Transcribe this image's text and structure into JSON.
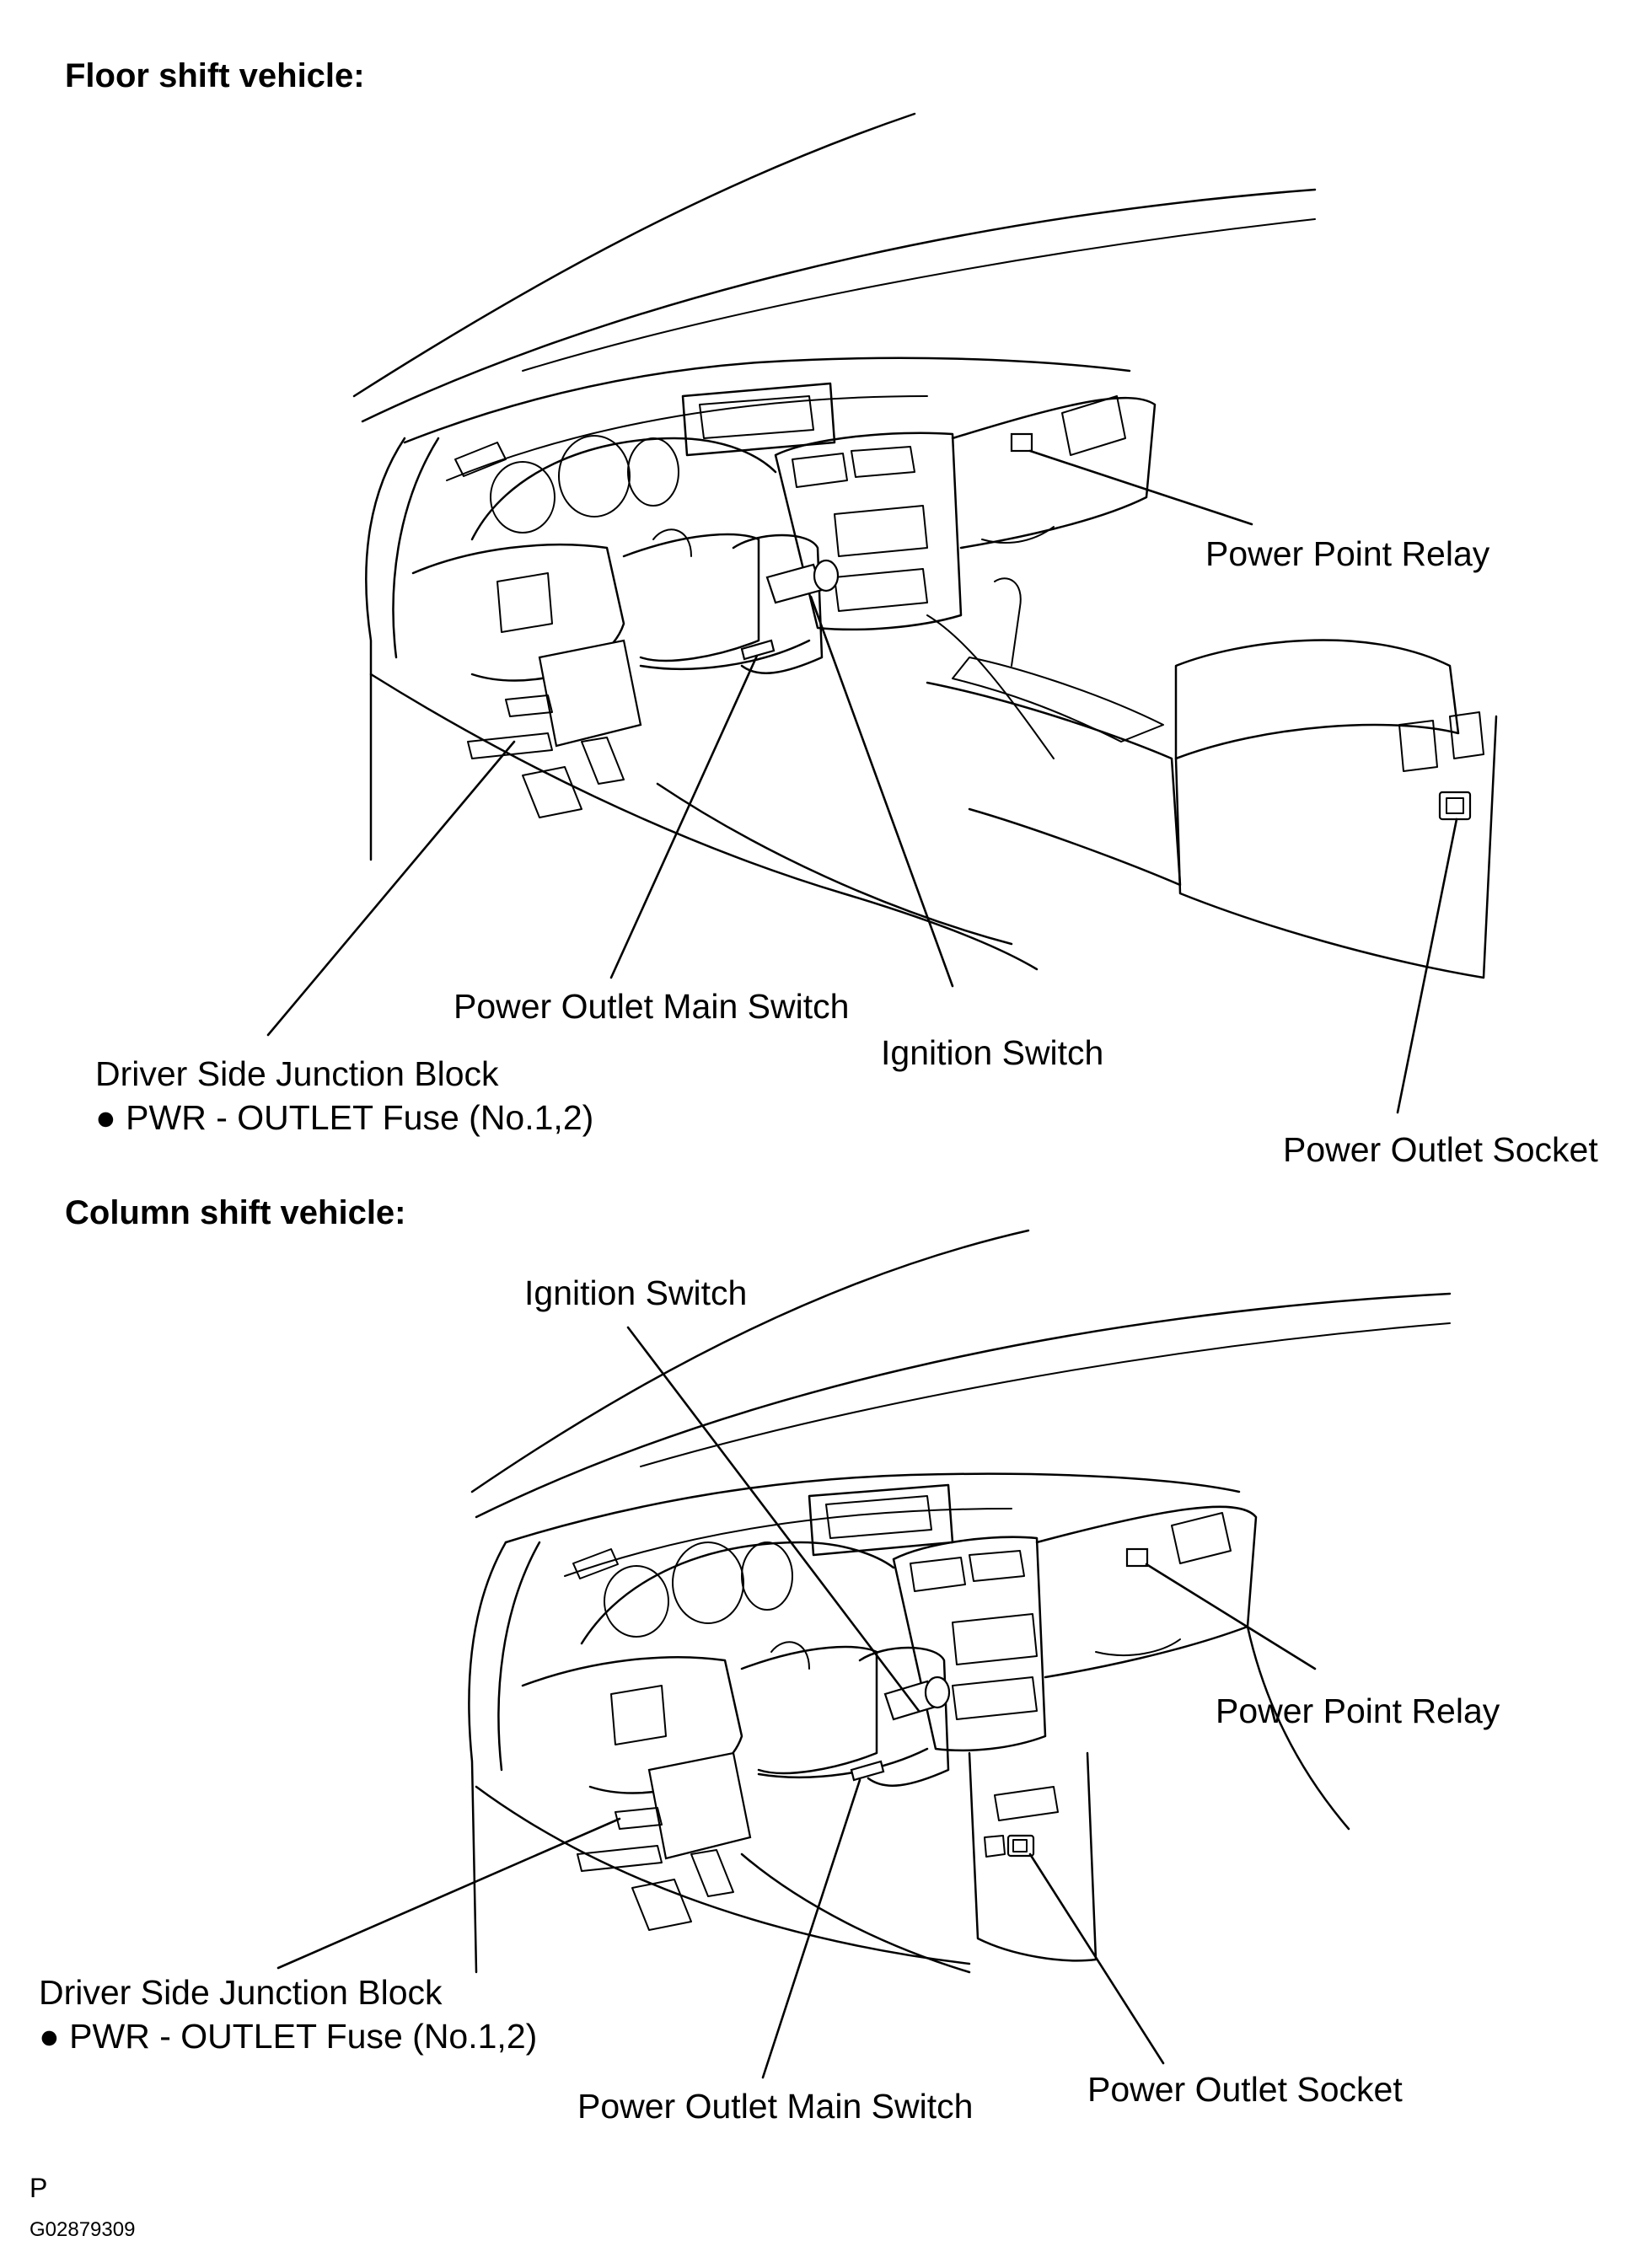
{
  "sections": {
    "floor": {
      "title": "Floor shift vehicle:",
      "labels": {
        "power_point_relay": "Power Point Relay",
        "power_outlet_main_switch": "Power Outlet Main Switch",
        "ignition_switch": "Ignition Switch",
        "driver_side_junction_block": "Driver Side Junction Block",
        "fuse": "● PWR - OUTLET Fuse (No.1,2)",
        "power_outlet_socket": "Power Outlet Socket"
      }
    },
    "column": {
      "title": "Column shift vehicle:",
      "labels": {
        "ignition_switch": "Ignition Switch",
        "power_point_relay": "Power Point Relay",
        "driver_side_junction_block": "Driver Side Junction Block",
        "fuse": "● PWR - OUTLET Fuse (No.1,2)",
        "power_outlet_main_switch": "Power Outlet Main Switch",
        "power_outlet_socket": "Power Outlet Socket"
      }
    }
  },
  "footer": {
    "page_marker": "P",
    "figure_code": "G02879309"
  }
}
